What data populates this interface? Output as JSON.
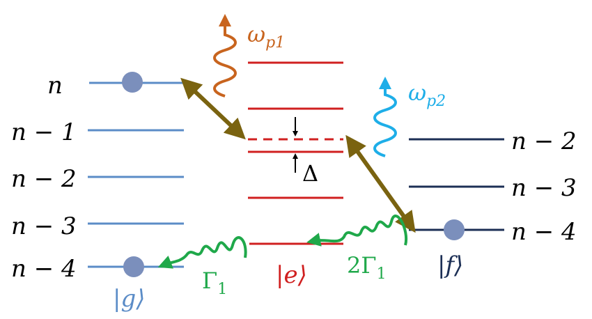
{
  "left_ladder": {
    "labels": [
      "n",
      "n − 1",
      "n − 2",
      "n − 3",
      "n − 4"
    ],
    "state_label": "|g⟩",
    "color": "#5b8cc7"
  },
  "right_ladder": {
    "labels": [
      "n − 2",
      "n − 3",
      "n − 4"
    ],
    "state_label": "|f⟩",
    "color": "#1c2f55"
  },
  "middle": {
    "state_label": "|e⟩",
    "detuning_label": "Δ",
    "color": "#d02020"
  },
  "photons": {
    "p1": {
      "label": "ωp1",
      "color": "#c8641e"
    },
    "p2": {
      "label": "ωp2",
      "color": "#1eaee8"
    }
  },
  "decays": {
    "gamma1": {
      "label": "Γ1",
      "color": "#1fa84a"
    },
    "two_gamma1": {
      "label": "2Γ1",
      "color": "#1fa84a"
    }
  },
  "atom_color": "#7b8fbc",
  "coupling_color": "#7a6310"
}
